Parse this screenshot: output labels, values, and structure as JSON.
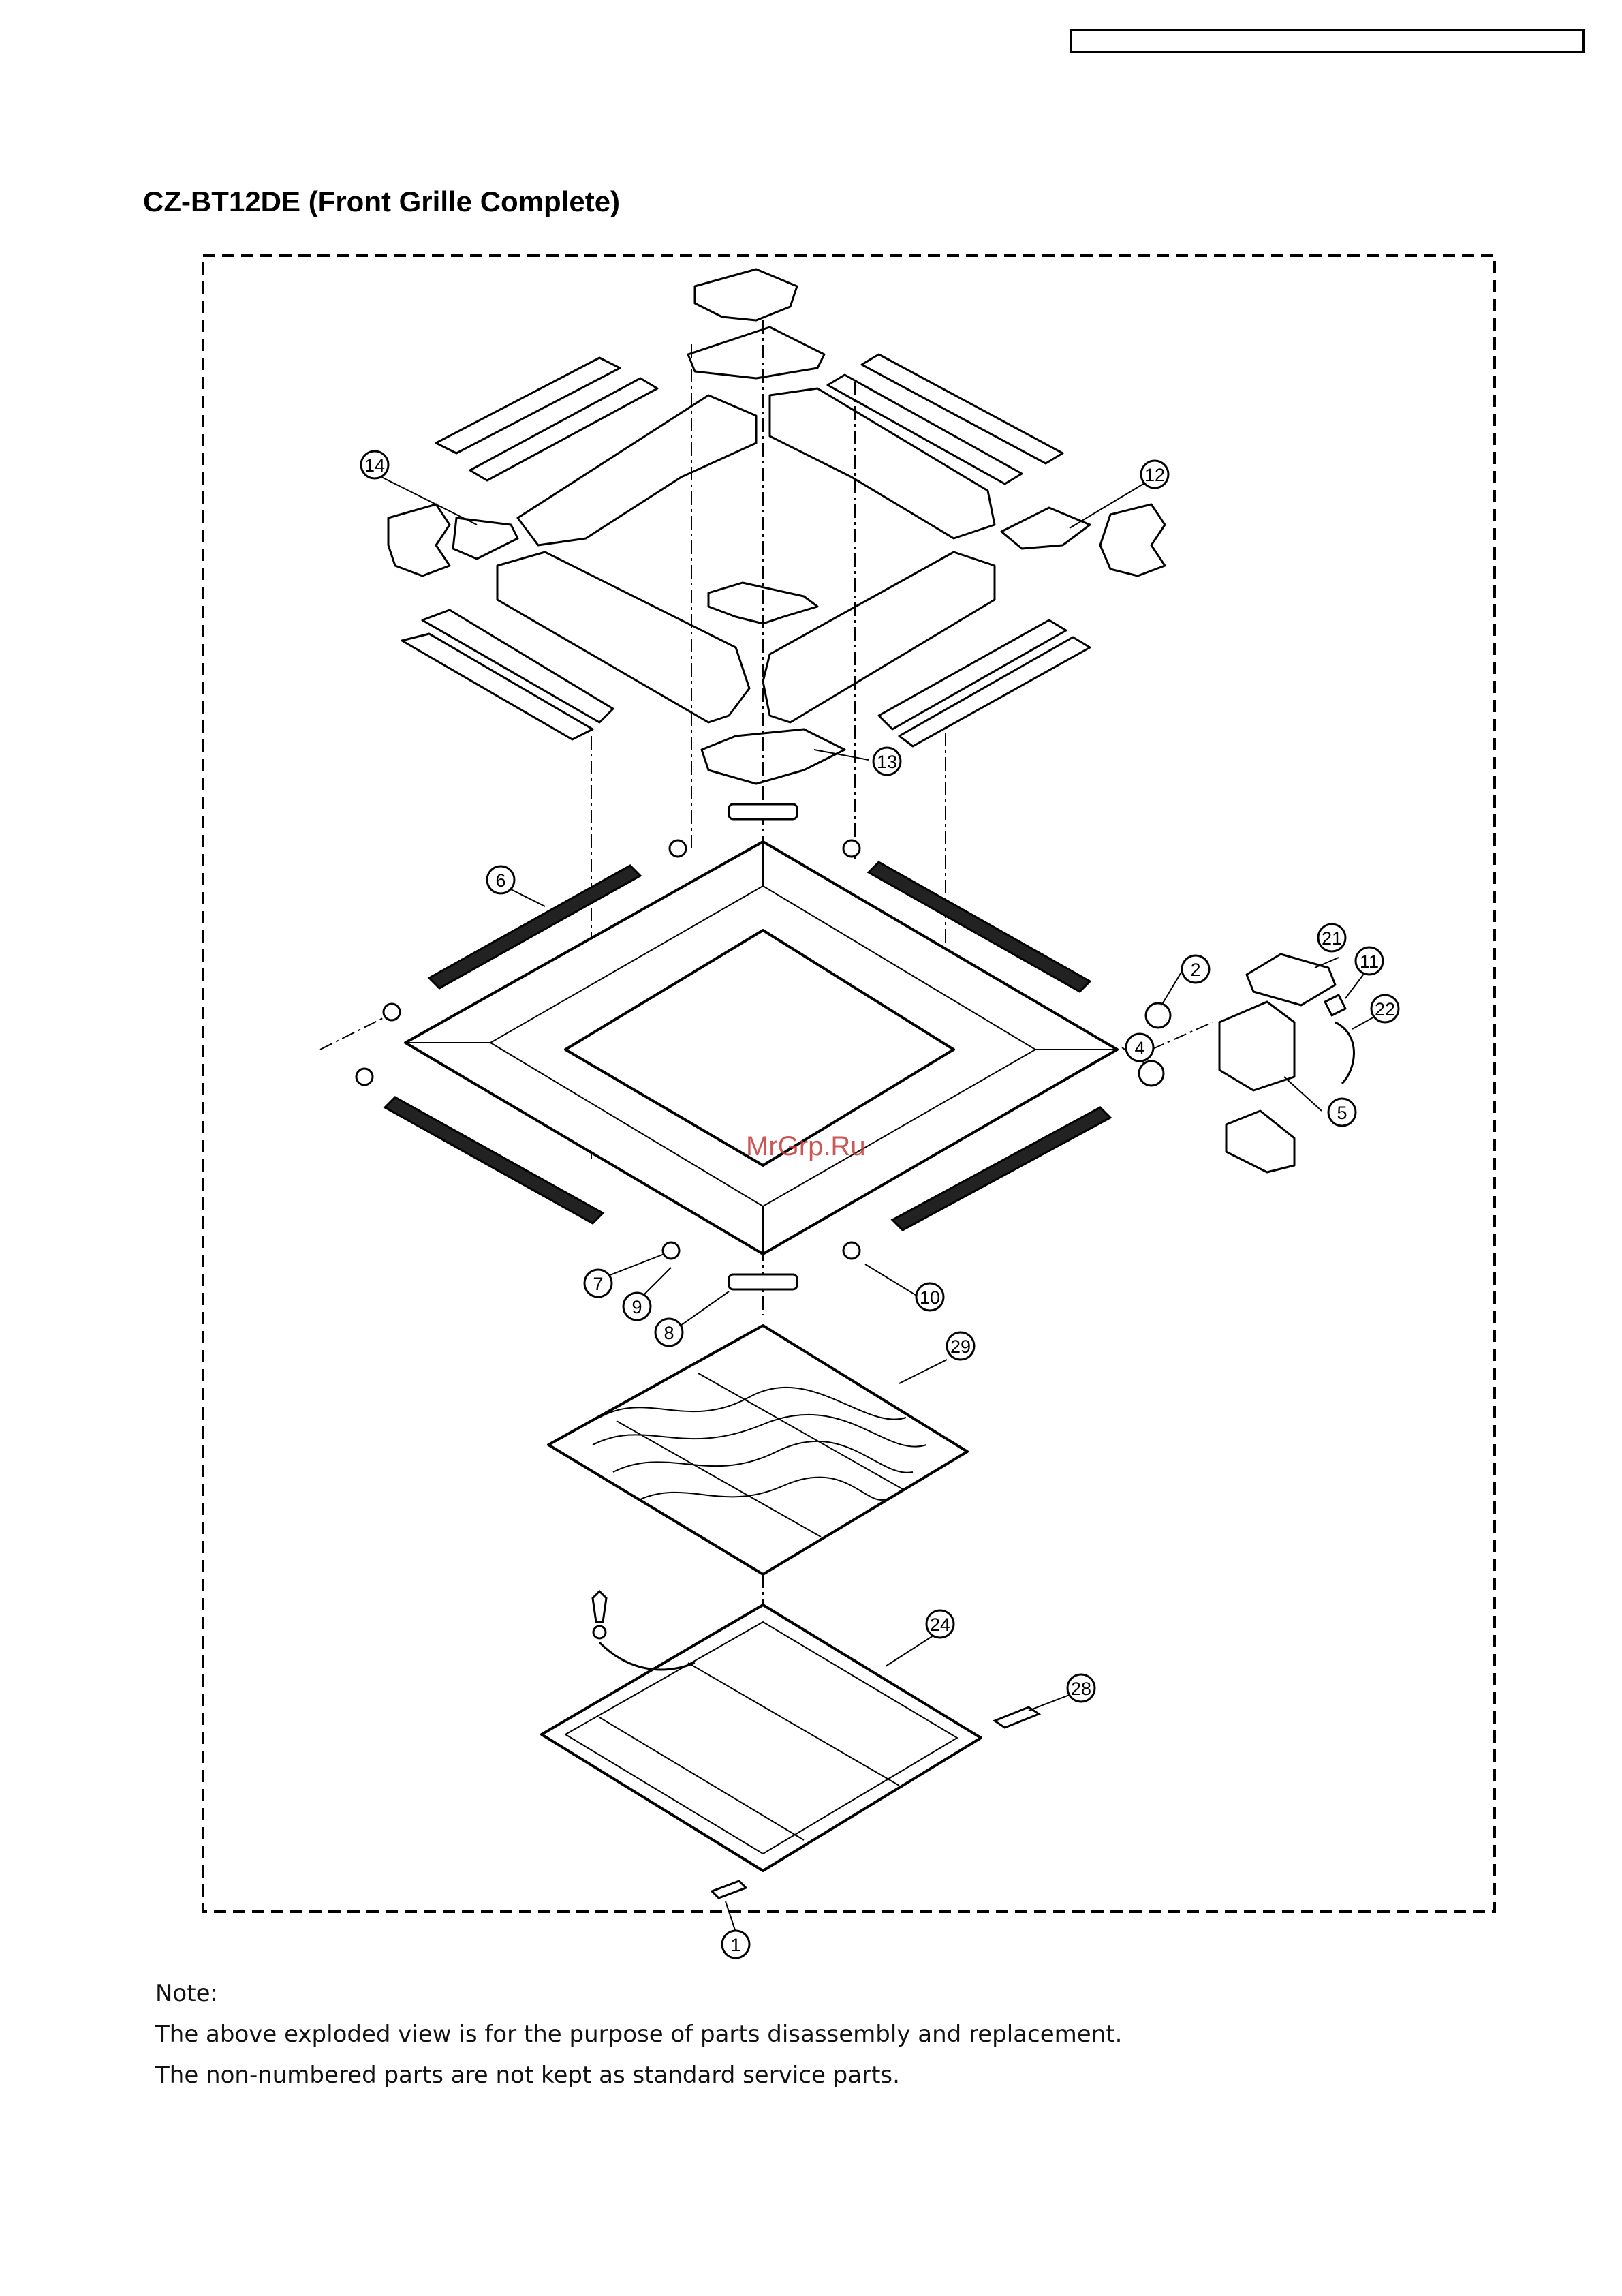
{
  "header": {
    "model_box": ""
  },
  "title": "CZ-BT12DE (Front Grille Complete)",
  "callouts": [
    "1",
    "2",
    "4",
    "5",
    "6",
    "7",
    "8",
    "9",
    "10",
    "11",
    "12",
    "13",
    "14",
    "21",
    "22",
    "24",
    "28",
    "29"
  ],
  "watermark": "MrGrp.Ru",
  "note": {
    "heading": "Note:",
    "line1": "The above exploded view is for the purpose of parts disassembly and replacement.",
    "line2": "The non-numbered parts are not kept as standard service parts."
  },
  "colors": {
    "line": "#000000",
    "watermark": "#c43a3a"
  }
}
